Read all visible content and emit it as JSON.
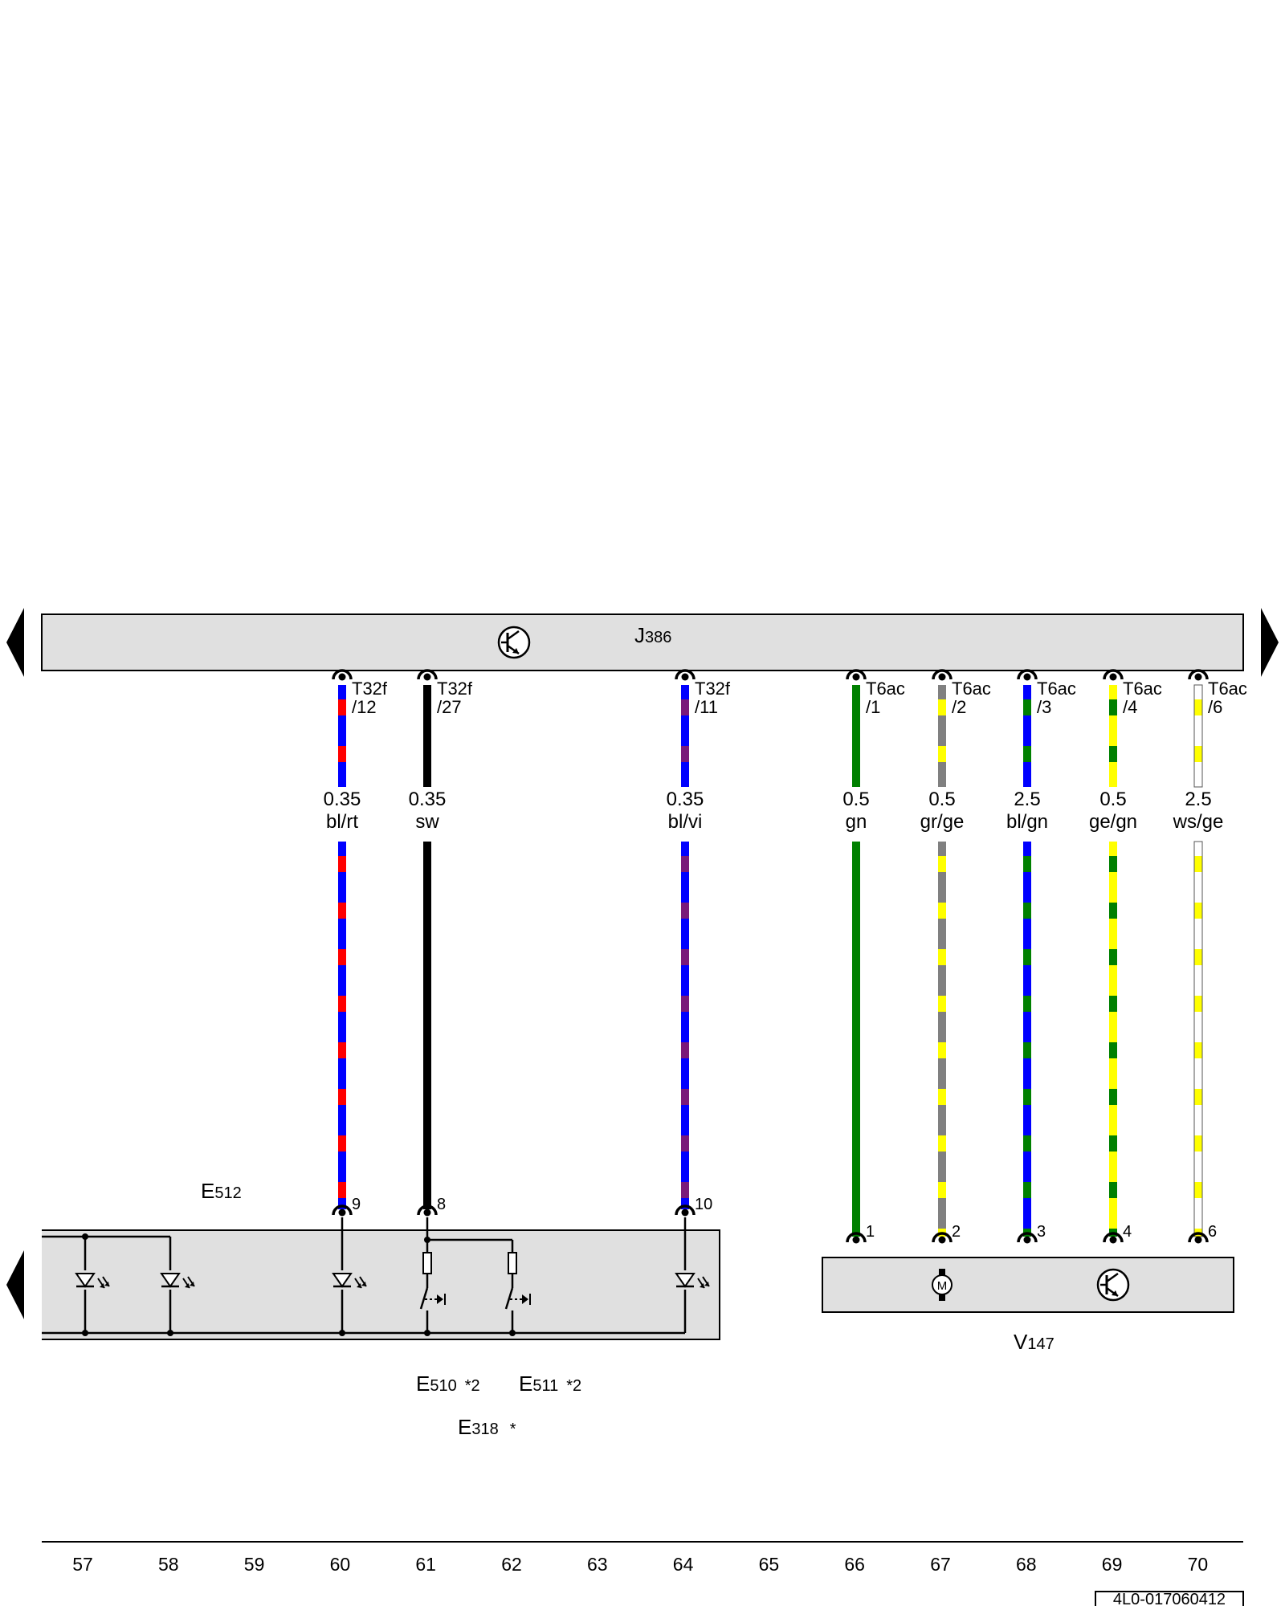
{
  "colors": {
    "bl": "#0000ff",
    "rt": "#ff0000",
    "sw": "#000000",
    "vi": "#7a1a7a",
    "gn": "#008000",
    "gr": "#808080",
    "ge": "#ffff00",
    "ws": "#ffffff",
    "box_fill": "#e0e0e0"
  },
  "components": {
    "j386": {
      "letter": "J",
      "number": "386"
    },
    "e512": {
      "letter": "E",
      "number": "512"
    },
    "v147": {
      "letter": "V",
      "number": "147"
    },
    "e510": {
      "letter": "E",
      "number": "510",
      "note": "*2"
    },
    "e511": {
      "letter": "E",
      "number": "511",
      "note": "*2"
    },
    "e318": {
      "letter": "E",
      "number": "318",
      "note": "*"
    },
    "motor_symbol": "M"
  },
  "wires": [
    {
      "connector": "T32f",
      "pin": "/12",
      "cross_section": "0.35",
      "color_code": "bl/rt",
      "colors": [
        "bl",
        "rt"
      ],
      "end_pin": "9"
    },
    {
      "connector": "T32f",
      "pin": "/27",
      "cross_section": "0.35",
      "color_code": "sw",
      "colors": [
        "sw"
      ],
      "end_pin": "8"
    },
    {
      "connector": "T32f",
      "pin": "/11",
      "cross_section": "0.35",
      "color_code": "bl/vi",
      "colors": [
        "bl",
        "vi"
      ],
      "end_pin": "10"
    },
    {
      "connector": "T6ac",
      "pin": "/1",
      "cross_section": "0.5",
      "color_code": "gn",
      "colors": [
        "gn"
      ],
      "end_pin": "1"
    },
    {
      "connector": "T6ac",
      "pin": "/2",
      "cross_section": "0.5",
      "color_code": "gr/ge",
      "colors": [
        "gr",
        "ge"
      ],
      "end_pin": "2"
    },
    {
      "connector": "T6ac",
      "pin": "/3",
      "cross_section": "2.5",
      "color_code": "bl/gn",
      "colors": [
        "bl",
        "gn"
      ],
      "end_pin": "3"
    },
    {
      "connector": "T6ac",
      "pin": "/4",
      "cross_section": "0.5",
      "color_code": "ge/gn",
      "colors": [
        "ge",
        "gn"
      ],
      "end_pin": "4"
    },
    {
      "connector": "T6ac",
      "pin": "/6",
      "cross_section": "2.5",
      "color_code": "ws/ge",
      "colors": [
        "ws",
        "ge"
      ],
      "end_pin": "6"
    }
  ],
  "columns": [
    "57",
    "58",
    "59",
    "60",
    "61",
    "62",
    "63",
    "64",
    "65",
    "66",
    "67",
    "68",
    "69",
    "70"
  ],
  "diagram_id": "4L0-017060412"
}
